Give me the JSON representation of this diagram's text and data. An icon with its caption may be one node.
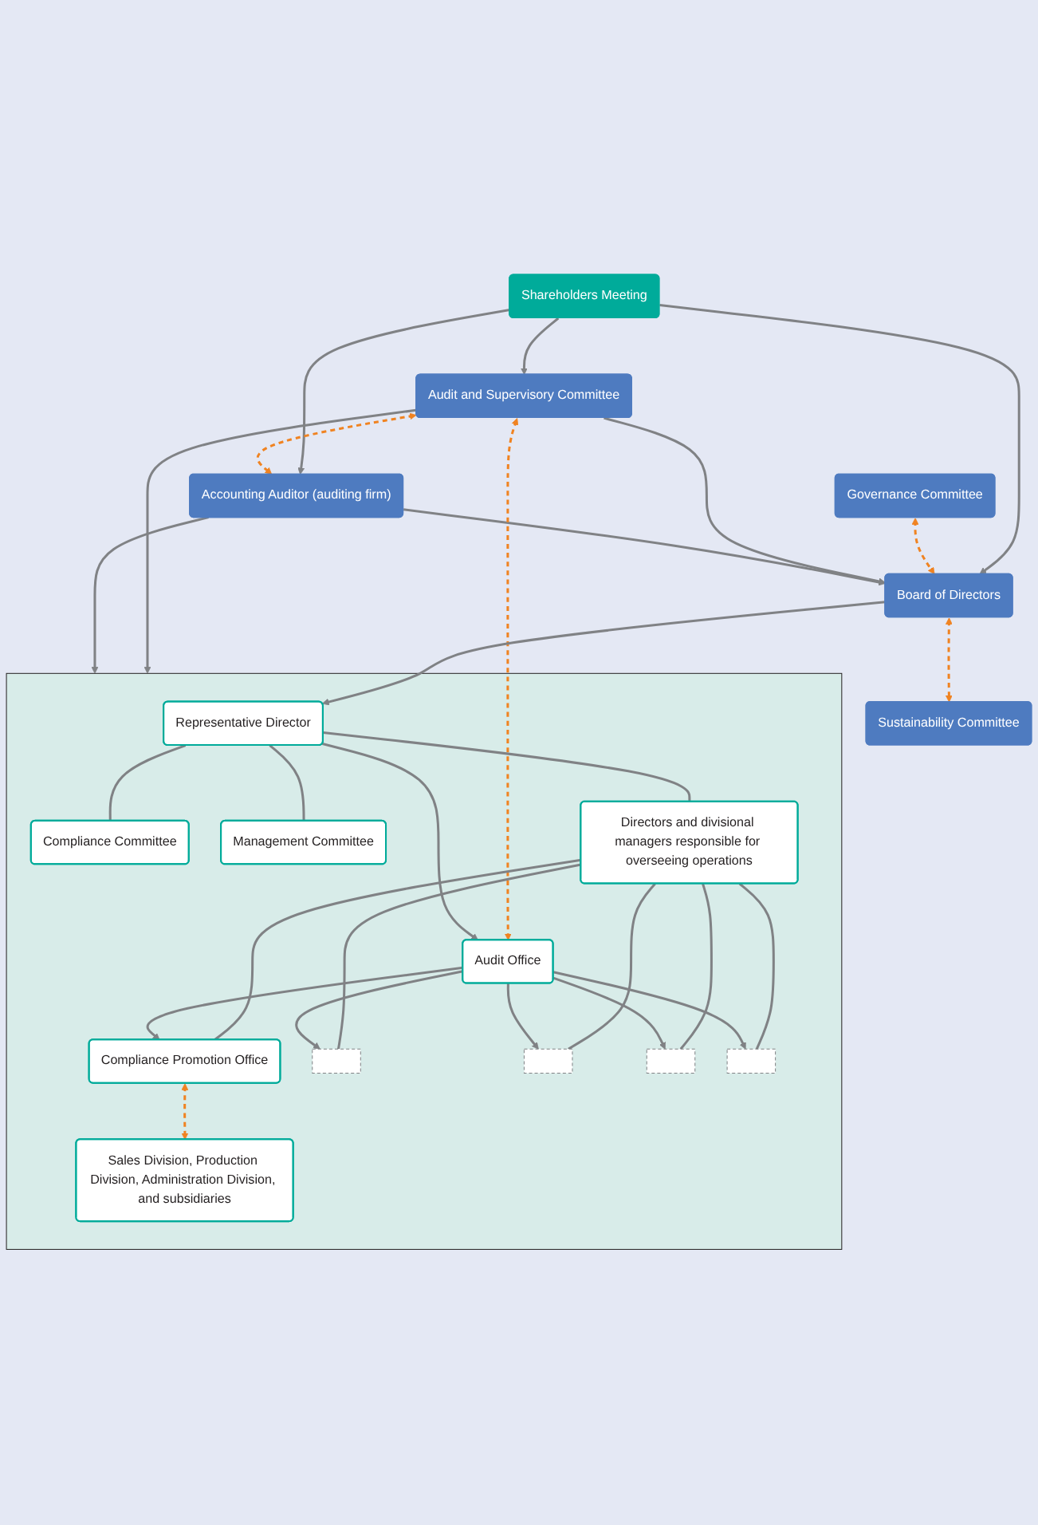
{
  "diagram": {
    "nodes": [
      {
        "text": [
          "Shareholders Meeting"
        ]
      },
      {
        "text": [
          "Governance Committee"
        ]
      },
      {
        "text": [
          "Board of Directors"
        ]
      },
      {
        "text": [
          "Sustainability Committee"
        ]
      },
      {
        "text": [
          "Audit and Supervisory Committee"
        ]
      },
      {
        "text": [
          "Accounting Auditor (auditing firm)"
        ]
      },
      {
        "text": [],
        "shape": "box"
      },
      {
        "text": [
          "Representative Director"
        ],
        "in": 6
      },
      {
        "text": [
          "Compliance Committee"
        ],
        "in": 6
      },
      {
        "text": [
          "Management Committee"
        ],
        "in": 6
      },
      {
        "text": [
          "Directors and divisional managers responsible for overseeing operations"
        ],
        "in": 6
      },
      {
        "text": [
          "Audit Office"
        ],
        "in": 6
      },
      {
        "text": [
          "Compliance Promotion Office"
        ],
        "in": 6
      },
      {
        "text": [
          "Sales Division, Production Division, Administration Division, and subsidiaries"
        ],
        "in": 6
      },
      {
        "text": [],
        "shape": "box",
        "in": 6
      },
      {
        "text": [],
        "shape": "box",
        "in": 6
      },
      {
        "text": [],
        "shape": "box",
        "in": 6
      },
      {
        "text": [],
        "shape": "box",
        "in": 6
      }
    ],
    "edges": [
      {
        "from": 0,
        "to": 4,
        "arrow": "to"
      },
      {
        "from": 0,
        "to": 2,
        "arrow": "to"
      },
      {
        "from": 0,
        "to": 5,
        "arrow": "to"
      },
      {
        "from": 1,
        "to": 2,
        "arrow": "both",
        "style": "dashed",
        "color": "#f08321"
      },
      {
        "from": 2,
        "to": 3,
        "arrow": "both",
        "style": "dashed",
        "color": "#f08321"
      },
      {
        "from": 4,
        "to": 2,
        "arrow": "to"
      },
      {
        "from": 5,
        "to": 2,
        "arrow": "to"
      },
      {
        "from": 4,
        "to": 6,
        "arrow": "to"
      },
      {
        "from": 5,
        "to": 6,
        "arrow": "to"
      },
      {
        "from": 4,
        "to": 5,
        "arrow": "both",
        "style": "dashed",
        "color": "#f08321"
      },
      {
        "from": 4,
        "to": 11,
        "arrow": "both",
        "style": "dashed",
        "color": "#f08321"
      },
      {
        "from": 2,
        "to": 7,
        "arrow": "to"
      },
      {
        "from": 7,
        "to": 8,
        "arrow": "none"
      },
      {
        "from": 7,
        "to": 9,
        "arrow": "none"
      },
      {
        "from": 7,
        "to": 10,
        "arrow": "none"
      },
      {
        "from": 7,
        "to": 11,
        "arrow": "to"
      },
      {
        "from": 10,
        "to": 12,
        "arrow": "none"
      },
      {
        "from": 10,
        "to": 14,
        "arrow": "none"
      },
      {
        "from": 10,
        "to": 15,
        "arrow": "none"
      },
      {
        "from": 10,
        "to": 16,
        "arrow": "none"
      },
      {
        "from": 10,
        "to": 17,
        "arrow": "none"
      },
      {
        "from": 12,
        "to": 13,
        "arrow": "both",
        "style": "dashed",
        "color": "#f08321"
      },
      {
        "from": 11,
        "to": 12,
        "arrow": "to"
      },
      {
        "from": 11,
        "to": 14,
        "arrow": "to"
      },
      {
        "from": 11,
        "to": 15,
        "arrow": "to"
      },
      {
        "from": 11,
        "to": 16,
        "arrow": "to"
      },
      {
        "from": 11,
        "to": 17,
        "arrow": "to"
      }
    ]
  }
}
